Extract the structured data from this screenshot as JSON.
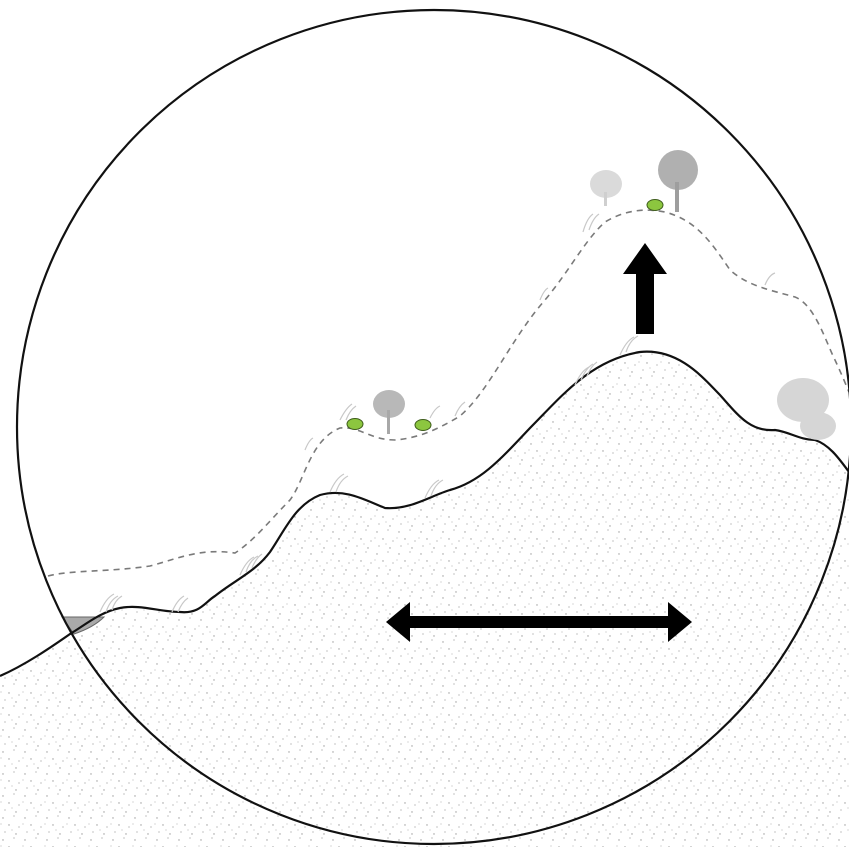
{
  "diagram": {
    "kind": "terrain-cross-section",
    "colors": {
      "outline": "#111111",
      "dashed_profile": "#7a7a7a",
      "ground_stipple": "#9a9a9a",
      "water": "#a9a9a9",
      "vegetation_gray": "#b5b5b5",
      "shrub_green": "#8cc63f",
      "arrow": "#000000"
    },
    "icons": [
      "circle-lens",
      "vertical-up-arrow",
      "horizontal-double-arrow",
      "tree-icon",
      "shrub-icon",
      "grass-tuft"
    ]
  }
}
